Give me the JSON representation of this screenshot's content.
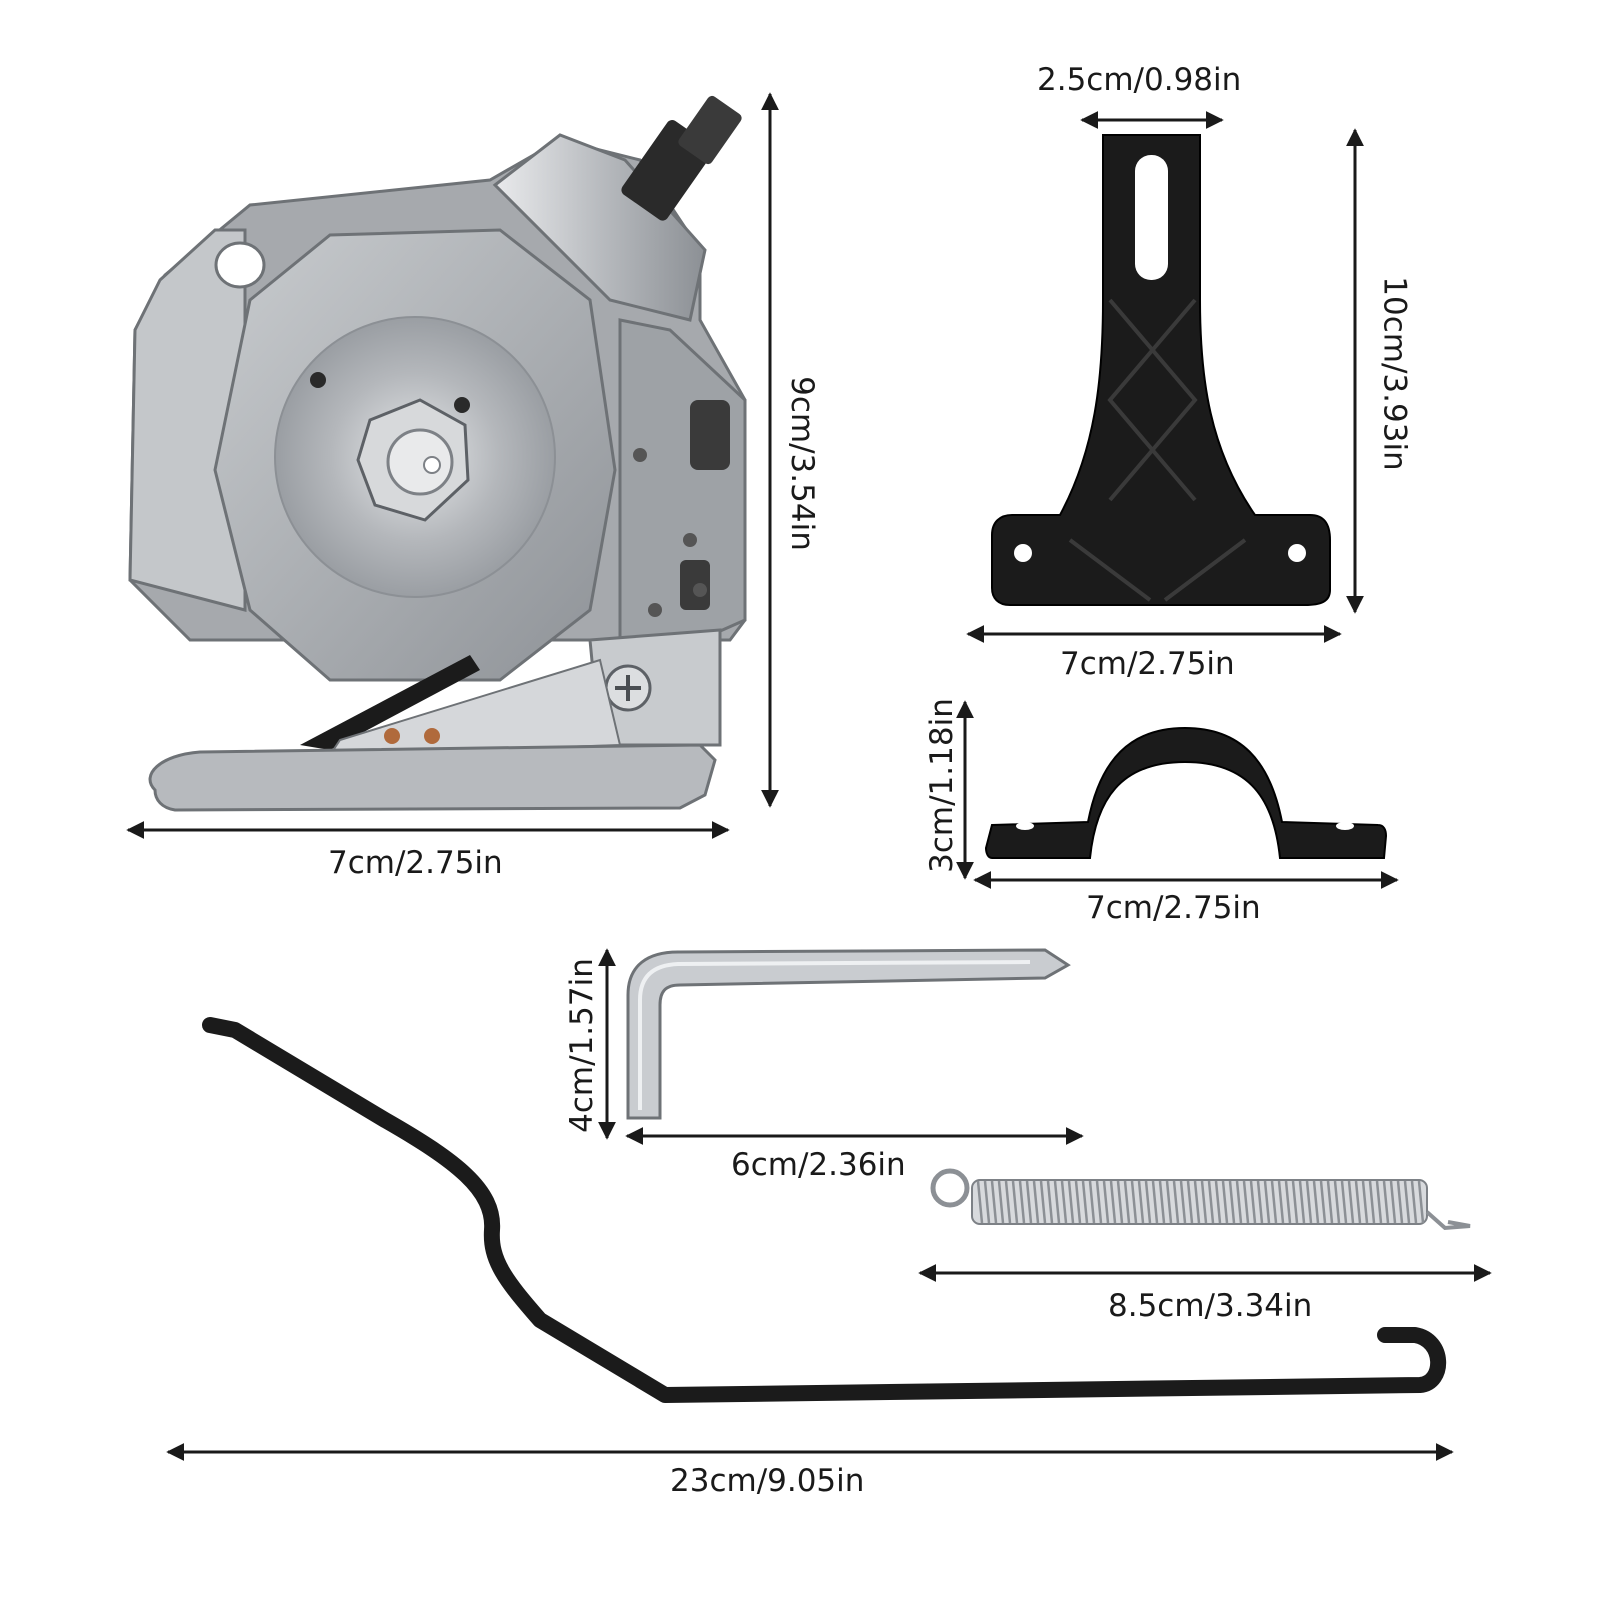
{
  "dimensions": {
    "cutter_width": "7cm/2.75in",
    "cutter_height": "9cm/3.54in",
    "mount_top_width": "2.5cm/0.98in",
    "mount_height": "10cm/3.93in",
    "mount_base_width": "7cm/2.75in",
    "clamp_height": "3cm/1.18in",
    "clamp_width": "7cm/2.75in",
    "wrench_height": "4cm/1.57in",
    "wrench_width": "6cm/2.36in",
    "spring_length": "8.5cm/3.34in",
    "rod_length": "23cm/9.05in"
  },
  "colors": {
    "steel": "#b9bcbf",
    "steel_dark": "#7d8186",
    "black_part": "#1b1b1b",
    "arrow": "#1a1a1a"
  },
  "icons": {
    "cutter": "rotary-cutter-head-icon",
    "mount": "mounting-bracket-icon",
    "clamp": "pipe-clamp-icon",
    "wrench": "hex-key-icon",
    "spring": "extension-spring-icon",
    "rod": "bent-lever-rod-icon"
  }
}
